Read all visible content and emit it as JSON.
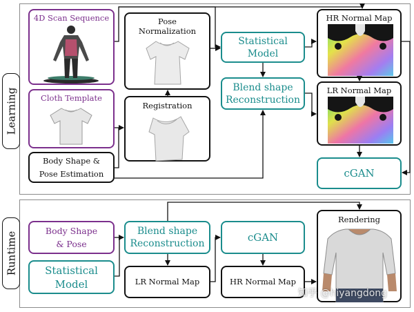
{
  "learning": {
    "section_label": "Learning",
    "scan_sequence": "4D Scan Sequence",
    "cloth_template": "Cloth Template",
    "body_shape_line1": "Body Shape &",
    "body_shape_line2": "Pose Estimation",
    "pose_norm_line1": "Pose",
    "pose_norm_line2": "Normalization",
    "registration": "Registration",
    "statistical_line1": "Statistical",
    "statistical_line2": "Model",
    "blend_line1": "Blend shape",
    "blend_line2": "Reconstruction",
    "hr_normal_map": "HR Normal Map",
    "lr_normal_map": "LR Normal Map",
    "cgan": "cGAN"
  },
  "runtime": {
    "section_label": "Runtime",
    "body_shape_line1": "Body Shape",
    "body_shape_line2": "& Pose",
    "statistical_line1": "Statistical",
    "statistical_line2": "Model",
    "blend_line1": "Blend shape",
    "blend_line2": "Reconstruction",
    "cgan": "cGAN",
    "lr_normal_map": "LR Normal Map",
    "hr_normal_map": "HR Normal Map",
    "rendering": "Rendering"
  },
  "watermark": "知乎 @hiyangdong",
  "colors": {
    "purple": "#7b2f8c",
    "teal": "#1a8c8c",
    "border": "#111111",
    "panel": "#8a8a8a"
  }
}
